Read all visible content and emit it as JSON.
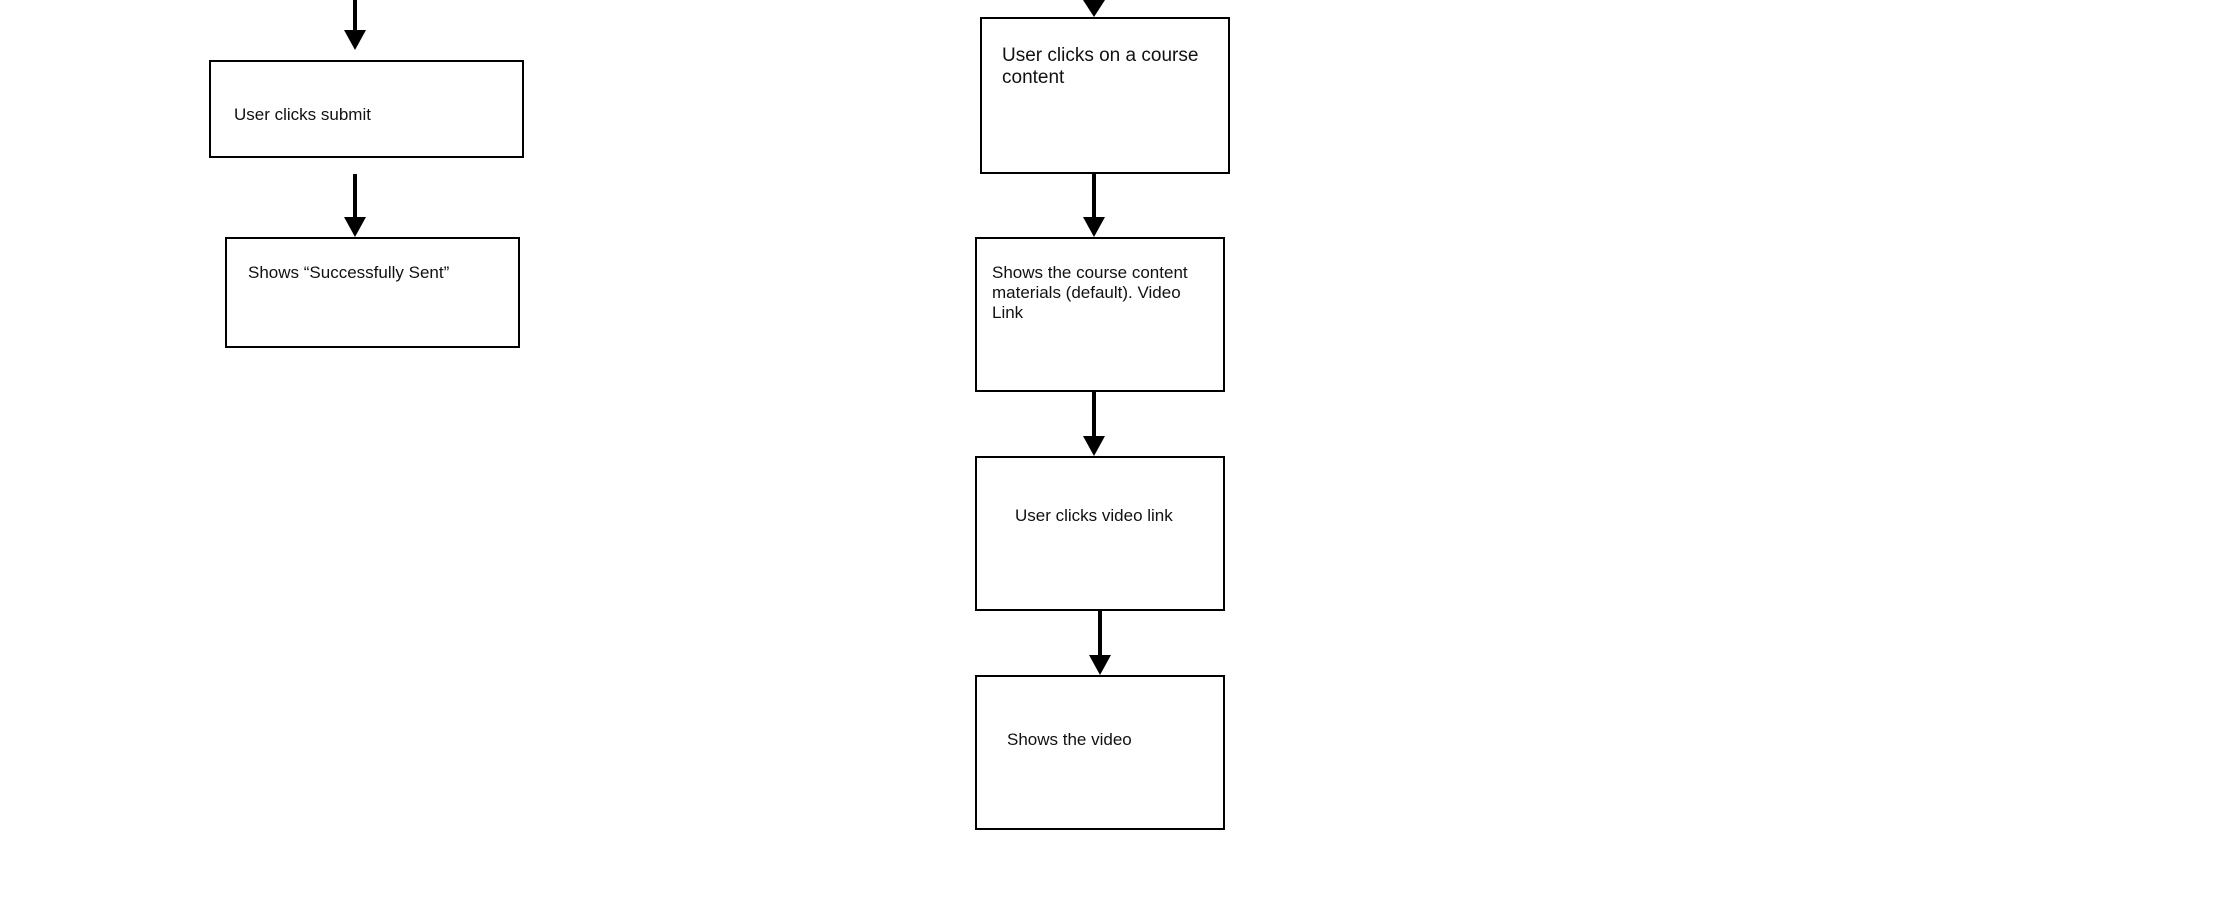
{
  "diagram": {
    "left_flow": {
      "steps": [
        "User clicks submit",
        "Shows “Successfully Sent”"
      ]
    },
    "right_flow": {
      "steps": [
        "User clicks on a course content",
        "Shows the course content materials (default). Video Link",
        "User clicks video link",
        "Shows the video"
      ]
    }
  }
}
